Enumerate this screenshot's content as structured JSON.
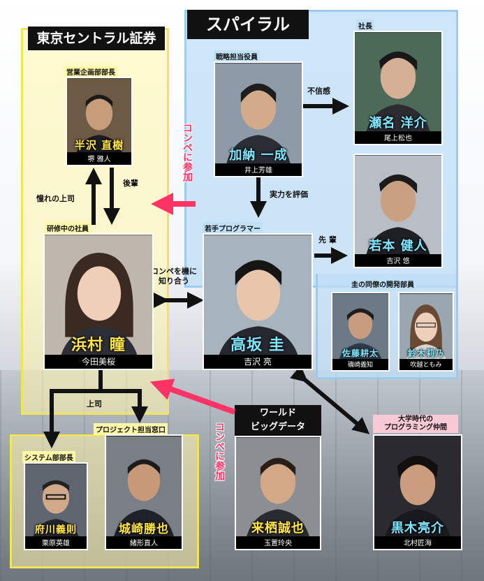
{
  "groups": {
    "tokyo": "東京セントラル証券",
    "spiral": "スパイラル",
    "world": "ワールド\nビッグデータ"
  },
  "people": {
    "hanzawa": {
      "role": "営業企画部部長",
      "name": "半沢 直樹",
      "actor": "堺 雅人"
    },
    "hamamura": {
      "role": "研修中の社員",
      "name": "浜村 瞳",
      "actor": "今田美桜"
    },
    "fukawa": {
      "role": "システム部部長",
      "name": "府川義則",
      "actor": "栗原英雄"
    },
    "shirosaki": {
      "role": "プロジェクト担当窓口",
      "name": "城崎勝也",
      "actor": "緒形直人"
    },
    "kano": {
      "role": "戦略担当役員",
      "name": "加納 一成",
      "actor": "井上芳雄"
    },
    "sena": {
      "role": "社長",
      "name": "瀬名 洋介",
      "actor": "尾上松也"
    },
    "wakamoto": {
      "role": "",
      "name": "若本 健人",
      "actor": "吉沢 悠"
    },
    "takasaka": {
      "role": "若手プログラマー",
      "name": "高坂 圭",
      "actor": "吉沢 亮"
    },
    "sato": {
      "role": "",
      "name": "佐藤耕太",
      "actor": "磯崎義知"
    },
    "suzuki": {
      "role": "",
      "name": "鈴木莉乃",
      "actor": "吹越ともみ"
    },
    "kurusu": {
      "role": "",
      "name": "来栖誠也",
      "actor": "玉置玲央"
    },
    "kuroki": {
      "role": "大学時代の\nプログラミング仲間",
      "name": "黒木亮介",
      "actor": "北村匠海"
    }
  },
  "dev_group_label": "圭の同僚の開発部員",
  "relations": {
    "fushin": "不信感",
    "jitsuryoku": "実力を評価",
    "senpai": "先 輩",
    "akogare": "憧れの上司",
    "kohai": "後輩",
    "compe_meet": "コンペを機に\n知り合う",
    "joshi": "上司",
    "compe1": "コンペに参加",
    "compe2": "コンペに参加"
  }
}
